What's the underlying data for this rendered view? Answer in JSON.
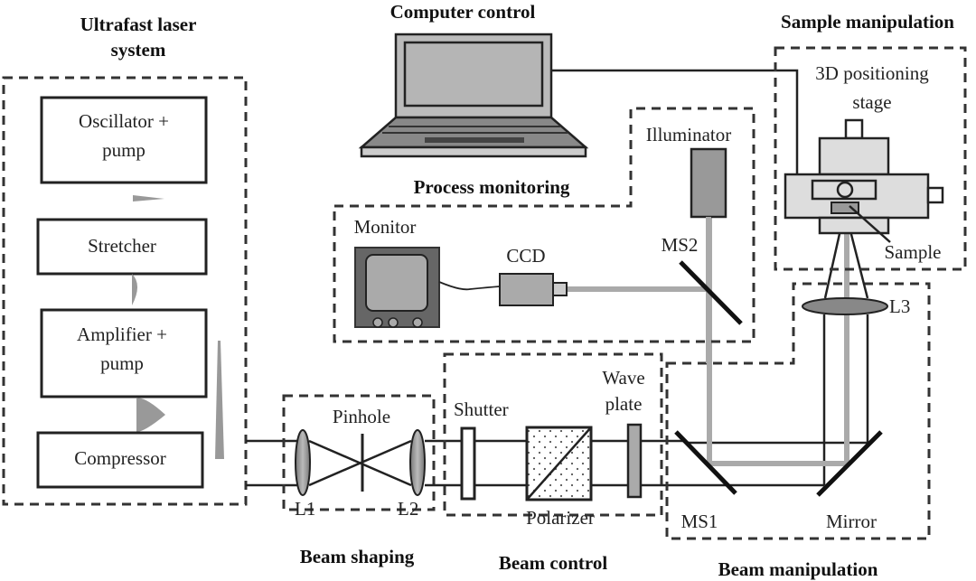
{
  "groups": {
    "laser": {
      "title_line1": "Ultrafast laser",
      "title_line2": "system"
    },
    "computer": {
      "title": "Computer control"
    },
    "sample": {
      "title": "Sample manipulation"
    },
    "monitoring": {
      "title": "Process monitoring"
    },
    "shaping": {
      "title": "Beam shaping"
    },
    "control": {
      "title": "Beam control"
    },
    "manipulation": {
      "title": "Beam manipulation"
    }
  },
  "components": {
    "oscillator": {
      "line1": "Oscillator +",
      "line2": "pump"
    },
    "stretcher": "Stretcher",
    "amplifier": {
      "line1": "Amplifier +",
      "line2": "pump"
    },
    "compressor": "Compressor",
    "pinhole": "Pinhole",
    "l1": "L1",
    "l2": "L2",
    "shutter": "Shutter",
    "polarizer": "Polarizer",
    "waveplate": {
      "line1": "Wave",
      "line2": "plate"
    },
    "ms1": "MS1",
    "mirror": "Mirror",
    "l3": "L3",
    "ms2": "MS2",
    "illuminator": "Illuminator",
    "monitor": "Monitor",
    "ccd": "CCD",
    "stage": {
      "line1": "3D positioning",
      "line2": "stage"
    },
    "sample": "Sample"
  }
}
